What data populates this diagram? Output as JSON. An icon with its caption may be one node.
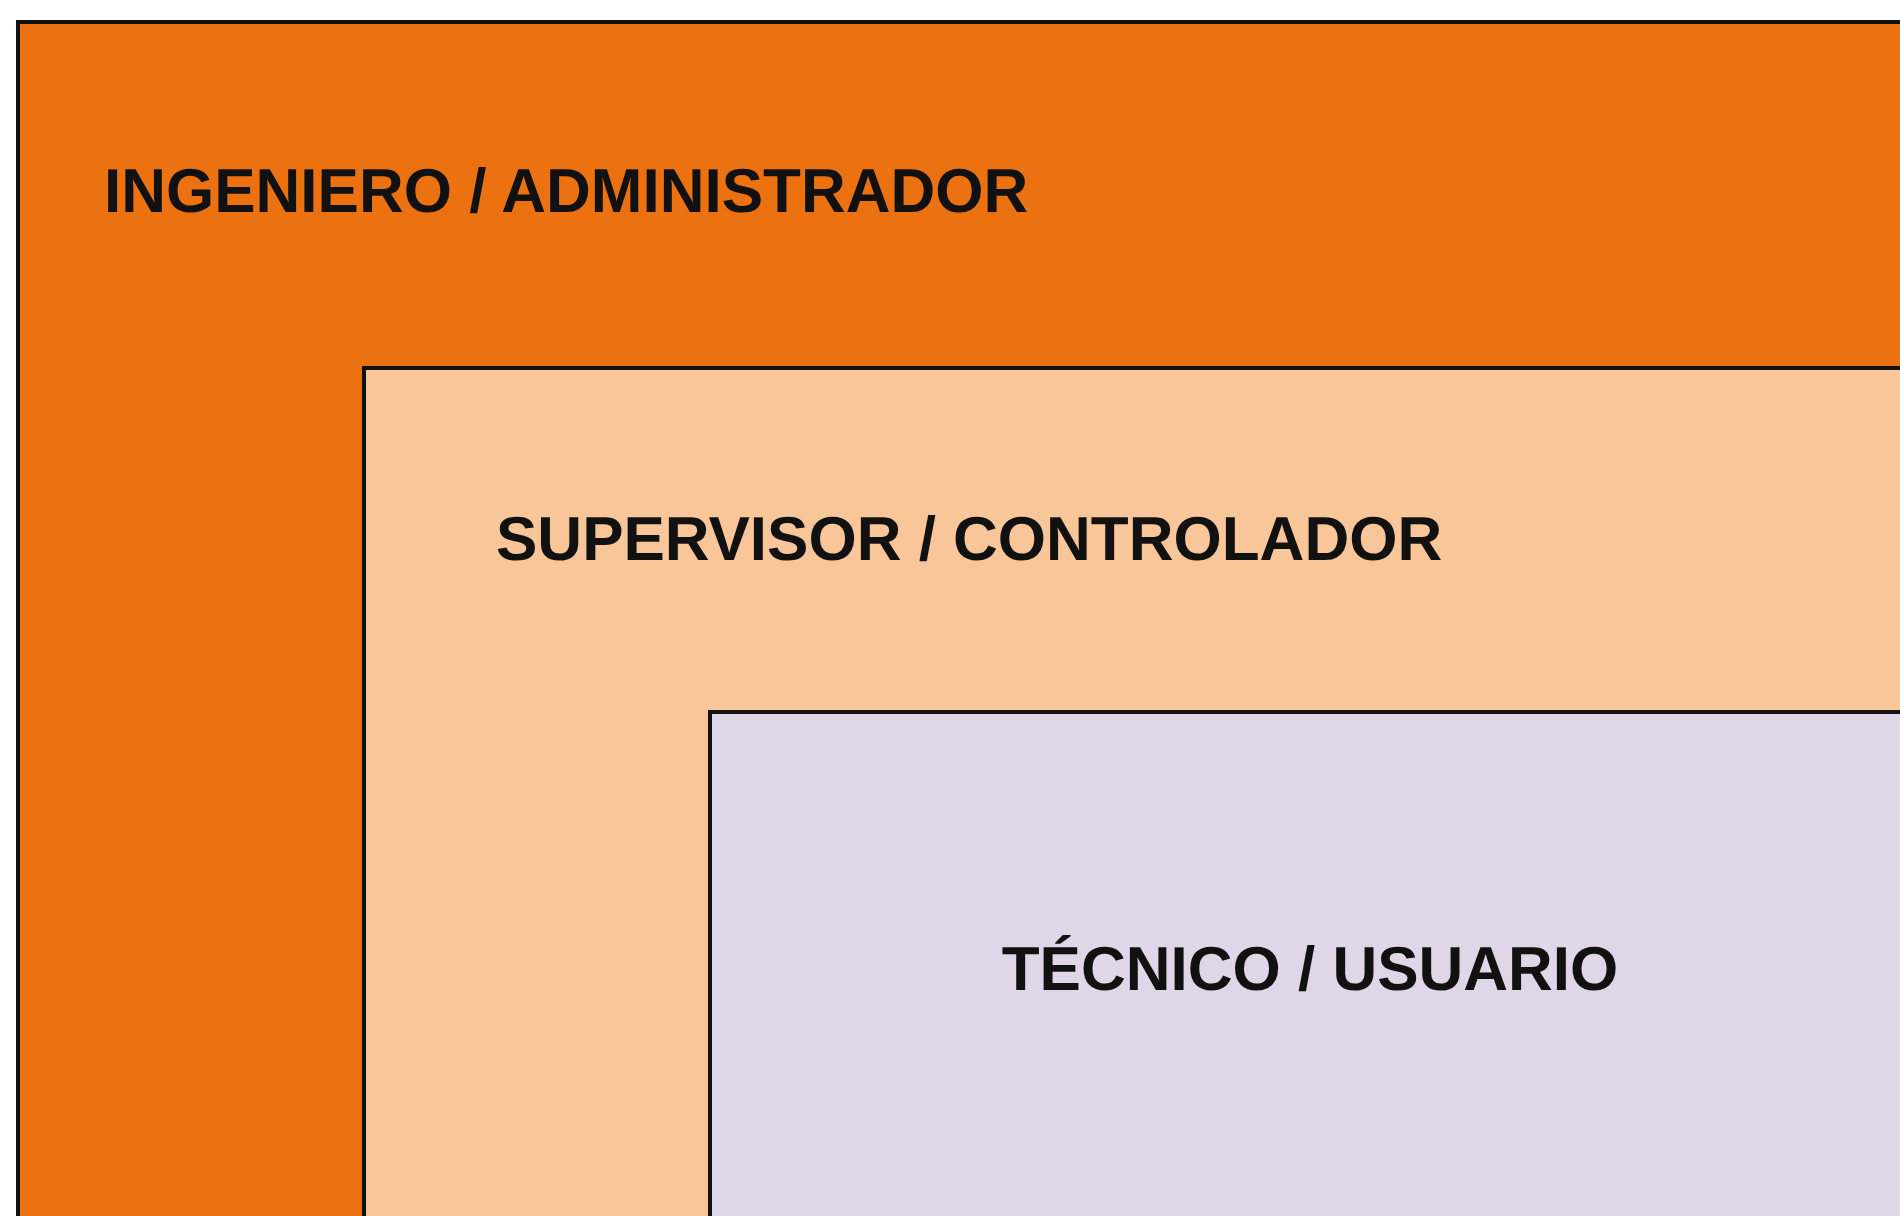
{
  "diagram": {
    "nodes": [
      {
        "text": [
          "INGENIERO / ADMINISTRADOR"
        ]
      },
      {
        "text": [
          "SUPERVISOR / CONTROLADOR"
        ],
        "in": 0
      },
      {
        "text": [
          "TÉCNICO / USUARIO"
        ],
        "in": 1
      }
    ]
  }
}
